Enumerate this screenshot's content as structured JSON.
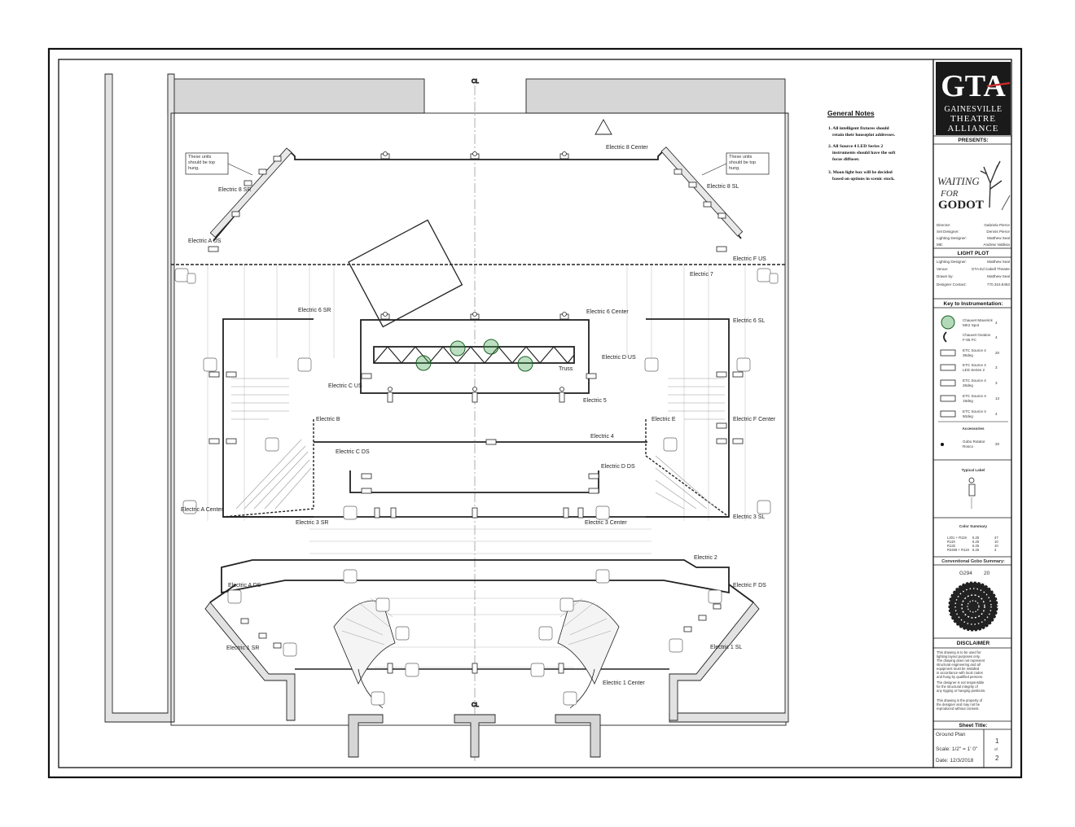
{
  "plot": {
    "cl_label": "CL",
    "electrics": {
      "e8_center": "Electric 8 Center",
      "e8_sr": "Electric 8 SR",
      "e8_sl": "Electric 8 SL",
      "ea_us": "Electric A US",
      "ef_us": "Electric F US",
      "e7": "Electric 7",
      "e6_sr": "Electric 6 SR",
      "e6_center": "Electric 6 Center",
      "e6_sl": "Electric 6 SL",
      "ed_us": "Electric D US",
      "truss": "Truss",
      "ec_us": "Electric C US",
      "e5": "Electric 5",
      "eb": "Electric B",
      "ee": "Electric E",
      "ef_center": "Electric F Center",
      "e4": "Electric 4",
      "ec_ds": "Electric C DS",
      "ed_ds": "Electric D DS",
      "ea_center": "Electric A Center",
      "e3_sr": "Electric 3 SR",
      "e3_center": "Electric 3 Center",
      "e3_sl": "Electric 3 SL",
      "e2": "Electric 2",
      "ea_ds": "Electric A DS",
      "ef_ds": "Electric F DS",
      "e1_sr": "Electric 1 SR",
      "e1_sl": "Electric 1 SL",
      "e1_center": "Electric 1 Center"
    },
    "callout_left": [
      "These units",
      "should be top",
      "hung."
    ],
    "callout_right": [
      "These units",
      "should be top",
      "hung."
    ]
  },
  "notes": {
    "title": "General Notes",
    "items": [
      [
        "1.  All intelligent fixtures should",
        "retain their houseplot addresses."
      ],
      [
        "2.  All Source 4 LED Series 2",
        "instruments should have the soft",
        "focus diffuser."
      ],
      [
        "3.  Moon light box will be decided",
        "based on options in scenic stock."
      ]
    ]
  },
  "titleblock": {
    "logo_main": "GTA",
    "logo_sub": [
      "GAINESVILLE",
      "THEATRE",
      "ALLIANCE"
    ],
    "presents": "PRESENTS:",
    "show_title": [
      "WAITING",
      "FOR",
      "GODOT"
    ],
    "credits": [
      [
        "Director:",
        "Gabriela Pierce"
      ],
      [
        "Set Designer:",
        "Dennis Pierce"
      ],
      [
        "Lighting Designer:",
        "Matthew Seal"
      ],
      [
        "ME:",
        "Andrew Valdivia"
      ]
    ],
    "light_plot": "LIGHT PLOT",
    "info": [
      [
        "Lighting Designer:",
        "Matthew Seal"
      ],
      [
        "Venue:",
        "GTA Ed Cabell Theatre"
      ],
      [
        "Drawn by:",
        "Matthew Seal"
      ],
      [
        "Designer Contact:",
        "770.315.9453"
      ]
    ],
    "key_title": "Key to Instrumentation:",
    "key_items": [
      [
        "Chauvet Maverick",
        "MK2 Spot",
        "4"
      ],
      [
        "Chauvet Ovation",
        "F-55 FC",
        "4"
      ],
      [
        "ETC Source 4",
        "36deg",
        "20"
      ],
      [
        "ETC Source 4",
        "LED Series 2",
        "3"
      ],
      [
        "ETC Source 4",
        "26deg",
        "3"
      ],
      [
        "ETC Source 4",
        "19deg",
        "13"
      ],
      [
        "ETC Source 4",
        "50deg",
        "4"
      ]
    ],
    "accessories_title": "Accessories",
    "accessories": [
      [
        "Gobo Rotator",
        "Rosco",
        "20"
      ]
    ],
    "typical_label": "Typical Label",
    "color_summary": "Color Summary",
    "color_rows": [
      [
        "L201 + R119",
        "6.25",
        "47"
      ],
      [
        "R119",
        "6.25",
        "10"
      ],
      [
        "R132",
        "6.25",
        "10"
      ],
      [
        "R3408 + R119",
        "6.25",
        "3"
      ]
    ],
    "gobo_title": "Conventional Gobo Summary:",
    "gobo_code": "G294",
    "gobo_count": "20",
    "disclaimer_title": "DISCLAIMER",
    "disclaimer_text": [
      "This drawing is to be used for",
      "lighting layout purposes only.",
      "The drawing does not represent",
      "structural engineering and all",
      "equipment must be installed",
      "in accordance with local codes",
      "and hung by qualified persons.",
      "The designer is not responsible",
      "for the structural integrity of",
      "any rigging or hanging positions.",
      "",
      "This drawing is the property of",
      "the designer and may not be",
      "reproduced without consent."
    ],
    "sheet_title_label": "Sheet Title:",
    "sheet_title": "Ground Plan",
    "scale": "Scale: 1/2\" = 1' 0\"",
    "date": "Date:  12/3/2018",
    "sheet_num": "1",
    "sheet_of": "of",
    "sheet_total": "2"
  },
  "colors": {
    "ink": "#111111",
    "logo_bg": "#1a1a1a",
    "accent": "#d22b2b",
    "gel_green": "#3fa34d"
  }
}
